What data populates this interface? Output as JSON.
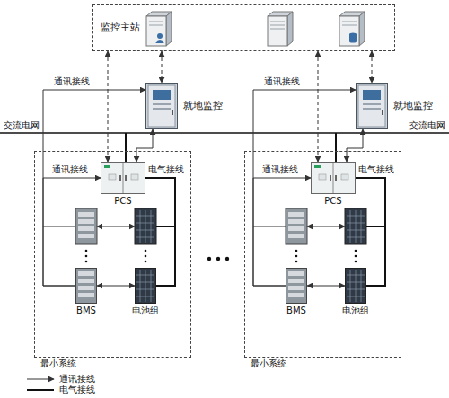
{
  "diagram": {
    "nodes": [
      {
        "text": [
          "监控主站"
        ]
      },
      {
        "text": [
          "就地监控"
        ]
      },
      {
        "text": [
          "就地监控"
        ]
      },
      {
        "text": [
          "最小系统"
        ]
      },
      {
        "text": [
          "PCS"
        ],
        "in": 3
      },
      {
        "text": [
          "BMS"
        ],
        "in": 3
      },
      {
        "text": [
          "电池组"
        ],
        "in": 3
      },
      {
        "text": [
          "最小系统"
        ]
      },
      {
        "text": [
          "PCS"
        ],
        "in": 7
      },
      {
        "text": [
          "BMS"
        ],
        "in": 7
      },
      {
        "text": [
          "电池组"
        ],
        "in": 7
      }
    ],
    "edges": [
      {
        "from": 0,
        "to": 1,
        "arrow": "both"
      },
      {
        "from": 0,
        "to": 4,
        "arrow": "both"
      },
      {
        "from": 1,
        "to": 4,
        "arrow": "both"
      },
      {
        "from": 5,
        "to": 1,
        "arrow": "to",
        "label": "通讯接线"
      },
      {
        "from": 5,
        "to": 4,
        "arrow": "to",
        "label": "通讯接线"
      },
      {
        "from": 6,
        "to": 4,
        "arrow": "none",
        "label": "电气接线"
      },
      {
        "from": 5,
        "to": 6,
        "arrow": "both"
      },
      {
        "from": 0,
        "to": 2,
        "arrow": "both"
      },
      {
        "from": 0,
        "to": 8,
        "arrow": "both"
      },
      {
        "from": 2,
        "to": 8,
        "arrow": "both"
      },
      {
        "from": 9,
        "to": 2,
        "arrow": "to",
        "label": "通讯接线"
      },
      {
        "from": 9,
        "to": 8,
        "arrow": "to",
        "label": "通讯接线"
      },
      {
        "from": 10,
        "to": 8,
        "arrow": "none",
        "label": "电气接线"
      },
      {
        "from": 9,
        "to": 10,
        "arrow": "both"
      }
    ],
    "labels": [
      "交流电网",
      "交流电网"
    ],
    "legend": [
      {
        "text": "通讯接线"
      },
      {
        "text": "电气接线"
      }
    ]
  }
}
